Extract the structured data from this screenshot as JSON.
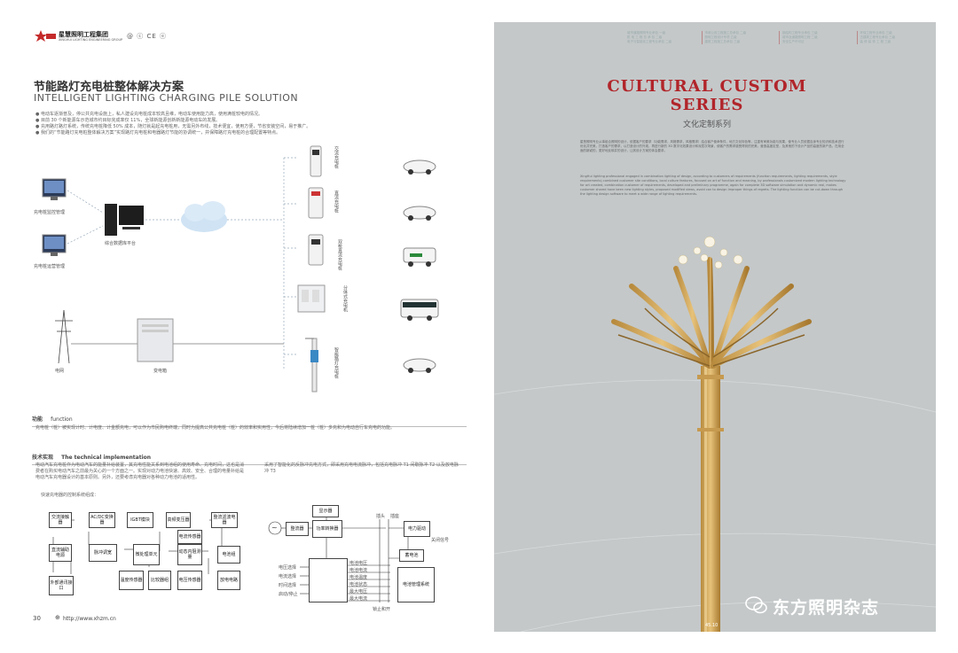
{
  "header": {
    "company_cn": "星慧照明工程集团",
    "company_en": "XINGHUI LIGHTING ENGINEERING GROUP",
    "cert_marks": "@  ⓒ  CE  ⓔ"
  },
  "left_page": {
    "title_cn": "节能路灯充电桩整体解决方案",
    "title_en": "INTELLIGENT LIGHTING CHARGING PILE SOLUTION",
    "bullets": [
      "● 电动车逐渐普及，停公共充电设施上，私人建设充电桩成本较高且维，电动车使用能力高，使用满桩较电的情况。",
      "● 目前 30 个新能源车示范城市约目标完成率仅 11%，全球新能源创新新能源电动车的发展。",
      "● 充用路灯路灯系统，传统充电桩降低 50% 成本，随灯就是起充电桩用，无需另外布线，技术便宜，使用方便，节省安装空间，易于推广。",
      "● 我们的“节能路灯充电桩整体解决方案”实现路灯充电桩和电器路灯节能的协调统一，并保障路灯充电桩的合理配置等特点。"
    ],
    "diagram": {
      "monitor1_label": "充电桩监控管理",
      "monitor2_label": "充电桩运营管理",
      "server_label": "综合数据库平台",
      "transformer_label": "变电箱",
      "pole_label": "电网",
      "chargers": [
        "交流充电桩",
        "直流充电桩",
        "双枪直流充电桩",
        "分体式充电机",
        "智能路灯充电桩"
      ]
    },
    "function_heading": "功能",
    "function_heading_en": "function",
    "function_text": "充电桩（桩）被实现计时、计电度、计金额充电，可以作为市民购电终端，同时为提高公共充电桩（桩）的效率和实用性，今后将陆续增加一桩（桩）多充和为电动自行车充电的功能。",
    "tech_heading": "技术实现",
    "tech_heading_en": "The technical implementation",
    "tech_text_left": "电动汽车充电桩作为电动汽车的能量补给装置，其充电性能关系到电池组的使用寿命、充电时间，这也是消费者在购买电动汽车之前最为关心的一个方面之一。实现对动力电池快速、高效、安全、合理的电量补给是电动汽车充电器设计的基本原则。另外，还要考虑充电器对各种动力电池的适用性。",
    "tech_text_left2": "快速充电器的控制系统组成：",
    "tech_text_right": "采用了智能化的反脉冲充电方式，即采用充电电流脉冲，包括充电脉冲 T1 间歇脉冲 T2 以及放电脉冲 T3",
    "block_left": {
      "ac_contactor": "交流接触器",
      "acdc": "AC/DC变换器",
      "igbt": "IGBT模块",
      "hf_transformer": "高频变压器",
      "rectifier": "整流滤波电器",
      "current_sensor": "电流传感器",
      "dc_aux": "直流辅助电源",
      "pulse": "脉冲调宽",
      "mcu": "微处理单元",
      "dynamic_res": "动态内阻测量",
      "battery": "电池组",
      "temp_sensor": "温度传感器",
      "comparator": "比较器组",
      "voltage_sensor": "电压传感器",
      "discharge": "放电电路",
      "comm": "外部通讯接口"
    },
    "block_right": {
      "display": "显示器",
      "rectifier": "整流器",
      "power_conv": "功率转换器",
      "plug": "插头",
      "socket": "插座",
      "drive": "电力驱动",
      "brake": "关闭信号",
      "storage": "蓄电池",
      "bms": "电池管理系统",
      "sel1": "电压选择",
      "sel2": "电流选择",
      "sel3": "时间选择",
      "start": "启动/停止",
      "sig1": "电池电压",
      "sig2": "电池电流",
      "sig3": "电池温度",
      "sig4": "电池状态",
      "sig5": "最大电压",
      "sig6": "最大电流",
      "lock": "锁止和开"
    },
    "page_number": "30",
    "url": "http://www.xhzm.cn"
  },
  "right_page": {
    "top_cols": [
      [
        "城市道路照明专业承包 一级",
        "机 电 工 程 总 承 包 二级",
        "电子与智能化工程专业承包 二级"
      ],
      [
        "市政公用工程施工总承包 二级",
        "照明工程设计专项 乙级",
        "建筑工程施工总承包 三级"
      ],
      [
        "钢结构工程专业承包 三级",
        "城市及道路照明工程 二级",
        "安全生产许可证"
      ],
      [
        "环保工程专业承包 三级",
        "古建筑工程专业承包 三级",
        "装 修 装 饰 工 程 三级"
      ]
    ],
    "title_line1": "CULTURAL CUSTOM",
    "title_line2": "SERIES",
    "title_cn": "文化定制系列",
    "para_cn": "星慧照明专业从事组合照明的设计，依据客户的要求（功能需求，风格需求，风格需求）结合客户使命条件、地方文化特色等，注重有审美功能与效果，使专业人员依据自身专业知识和技术进行优化并完美，打造客户的需求，以打造设计的外观，再进行新的 3D 数字化效果设计和深层次场景，使客户的需求感受得到的完美，营造高度定型，及其他的下设计产品的高度的新产品，在用全面的新颖的，更好地反映并的设计，让其设计方案的体会要求。",
    "para_en": "XingHui lighting professional engaged in combination lighting of design, according to customers of requirements (function requirements, lighting requirements, style requirements) combined customer site conditions, local culture features, focused on art of function and meaning, by professionals customized modern lighting technology for art created, combination customer of requirements, developed and preliminary programme, again for complete 3D software simulation and dynamic real, makes customer shared have been new lighting styles, proposed modified views, avoid can to design improper things of regrets. The lighting function can be cut-down through the lighting design software to meet a wide range of lighting requirements.",
    "watermark": "东方照明杂志",
    "pole_text": "45.10"
  }
}
